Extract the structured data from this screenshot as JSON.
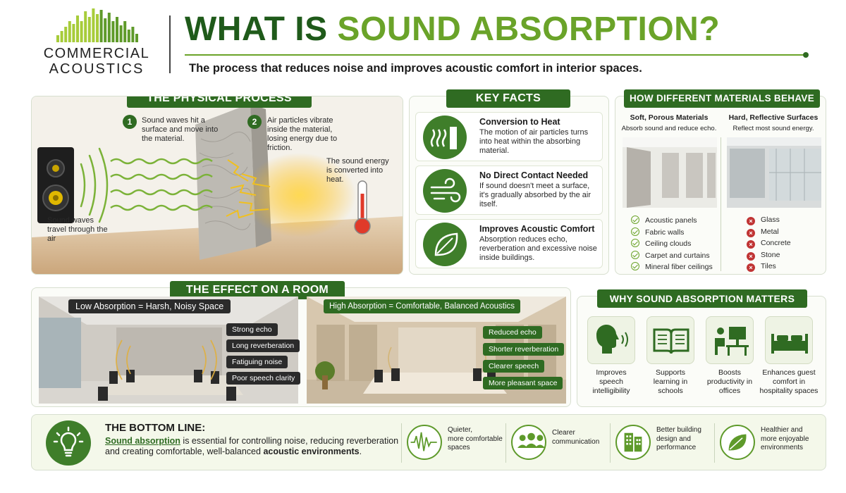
{
  "brand": {
    "line1": "COMMERCIAL",
    "line2": "ACOUSTICS"
  },
  "header": {
    "title_part1": "WHAT IS ",
    "title_part2": "SOUND ABSORPTION?",
    "subtitle": "The process that reduces noise and improves acoustic comfort in interior spaces."
  },
  "physical": {
    "heading": "THE PHYSICAL PROCESS",
    "step1_num": "1",
    "step1_text": "Sound waves hit a surface and move into the material.",
    "step2_num": "2",
    "step2_text": "Air particles vibrate inside the material, losing energy due to friction.",
    "heat_text": "The sound energy is converted into heat.",
    "travel_text": "Sound waves travel through the air"
  },
  "facts": {
    "heading": "KEY FACTS",
    "items": [
      {
        "title": "Conversion to Heat",
        "text": "The motion of air particles turns into heat within the absorbing material."
      },
      {
        "title": "No Direct Contact Needed",
        "text": "If sound doesn't meet a surface, it's gradually absorbed by the air itself."
      },
      {
        "title": "Improves Acoustic Comfort",
        "text": "Absorption reduces echo, reverberation and excessive noise inside buildings."
      }
    ]
  },
  "materials": {
    "heading": "HOW DIFFERENT MATERIALS BEHAVE",
    "soft_title": "Soft, Porous Materials",
    "soft_sub": "Absorb sound and reduce echo.",
    "hard_title": "Hard, Reflective Surfaces",
    "hard_sub": "Reflect most sound energy.",
    "soft_list": [
      "Acoustic panels",
      "Fabric walls",
      "Ceiling clouds",
      "Carpet and curtains",
      "Mineral fiber ceilings"
    ],
    "hard_list": [
      "Glass",
      "Metal",
      "Concrete",
      "Stone",
      "Tiles"
    ]
  },
  "effect": {
    "heading": "THE EFFECT ON A ROOM",
    "low_label": "Low Absorption = Harsh, Noisy Space",
    "low_tags": [
      "Strong echo",
      "Long reverberation",
      "Fatiguing noise",
      "Poor speech clarity"
    ],
    "high_label": "High Absorption = Comfortable, Balanced Acoustics",
    "high_tags": [
      "Reduced echo",
      "Shorter reverberation",
      "Clearer speech",
      "More pleasant space"
    ]
  },
  "why": {
    "heading": "WHY SOUND ABSORPTION MATTERS",
    "items": [
      {
        "line1": "Improves",
        "line2": "speech",
        "line3": "intelligibility"
      },
      {
        "line1": "Supports",
        "line2": "learning in",
        "line3": "schools"
      },
      {
        "line1": "Boosts",
        "line2": "productivity in",
        "line3": "offices"
      },
      {
        "line1": "Enhances guest",
        "line2": "comfort in",
        "line3": "hospitality spaces"
      }
    ]
  },
  "bottom": {
    "heading": "THE BOTTOM LINE:",
    "lead": "Sound absorption",
    "text_a": " is essential for controlling noise, reducing reverberation",
    "text_b": "and creating comfortable, well-balanced ",
    "text_c": "acoustic environments",
    "text_d": ".",
    "benefits": [
      {
        "line1": "Quieter,",
        "line2": "more comfortable",
        "line3": "spaces"
      },
      {
        "line1": "Clearer",
        "line2": "communication",
        "line3": ""
      },
      {
        "line1": "Better building",
        "line2": "design and",
        "line3": "performance"
      },
      {
        "line1": "Healthier and",
        "line2": "more enjoyable",
        "line3": "environments"
      }
    ]
  },
  "colors": {
    "dark_green": "#2f6b22",
    "light_green": "#6aa329",
    "red": "#c03434"
  }
}
